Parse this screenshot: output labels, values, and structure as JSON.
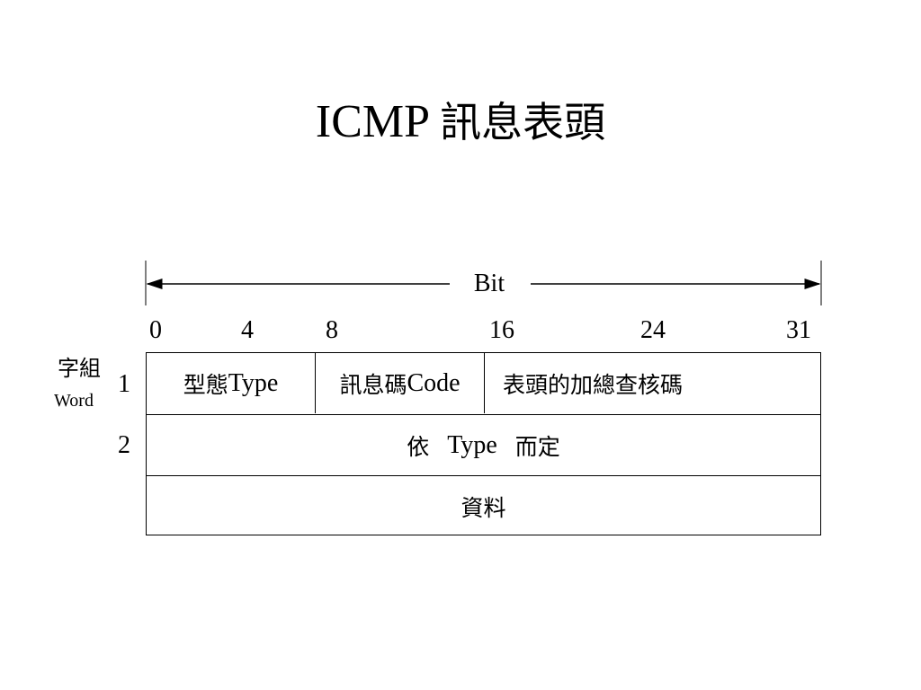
{
  "title": {
    "latin": "ICMP",
    "cjk": "訊息表頭"
  },
  "ruler": {
    "label": "Bit",
    "ticks": [
      "0",
      "4",
      "8",
      "16",
      "24",
      "31"
    ]
  },
  "axis": {
    "label_cjk": "字組",
    "label_en": "Word",
    "rows": [
      "1",
      "2"
    ]
  },
  "header_rows": [
    {
      "fields": [
        {
          "cjk": "型態",
          "latin": "Type",
          "bits": "0-7"
        },
        {
          "cjk": "訊息碼",
          "latin": "Code",
          "bits": "8-15"
        },
        {
          "cjk": "表頭的加總查核碼",
          "latin": "",
          "bits": "16-31"
        }
      ]
    },
    {
      "fields": [
        {
          "pre": "依",
          "latin": "Type",
          "post": "而定"
        }
      ]
    },
    {
      "fields": [
        {
          "cjk": "資料"
        }
      ]
    }
  ]
}
